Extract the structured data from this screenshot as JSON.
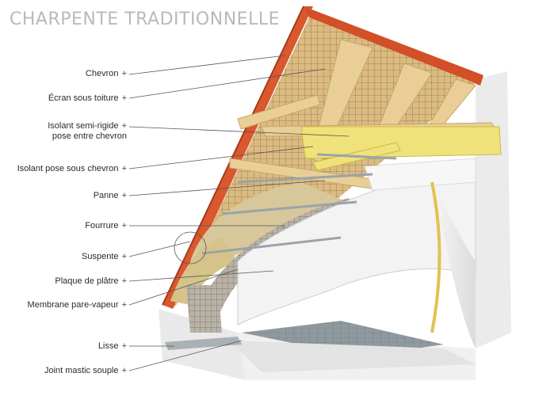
{
  "title": "CHARPENTE TRADITIONNELLE",
  "labels": [
    {
      "id": "chevron",
      "text": "Chevron",
      "marker": "+"
    },
    {
      "id": "ecran",
      "text": "Écran sous toiture",
      "marker": "+"
    },
    {
      "id": "isolant-semi-rigide",
      "text": "Isolant semi-rigide",
      "text2": "pose entre chevron",
      "marker": "+"
    },
    {
      "id": "isolant-sous-chevron",
      "text": "Isolant pose sous chevron",
      "marker": "+"
    },
    {
      "id": "panne",
      "text": "Panne",
      "marker": "+"
    },
    {
      "id": "fourrure",
      "text": "Fourrure",
      "marker": "+"
    },
    {
      "id": "suspente",
      "text": "Suspente",
      "marker": "+"
    },
    {
      "id": "plaque",
      "text": "Plaque de plâtre",
      "marker": "+"
    },
    {
      "id": "membrane",
      "text": "Membrane pare-vapeur",
      "marker": "+"
    },
    {
      "id": "lisse",
      "text": "Lisse",
      "marker": "+"
    },
    {
      "id": "joint",
      "text": "Joint mastic souple",
      "marker": "+"
    }
  ],
  "colors": {
    "tile": "#d9582e",
    "wood": "#e9cf97",
    "insulation": "#e8dc6a",
    "plaster": "#f2f2f2",
    "wall": "#e6e6e6",
    "leader": "#555555"
  }
}
